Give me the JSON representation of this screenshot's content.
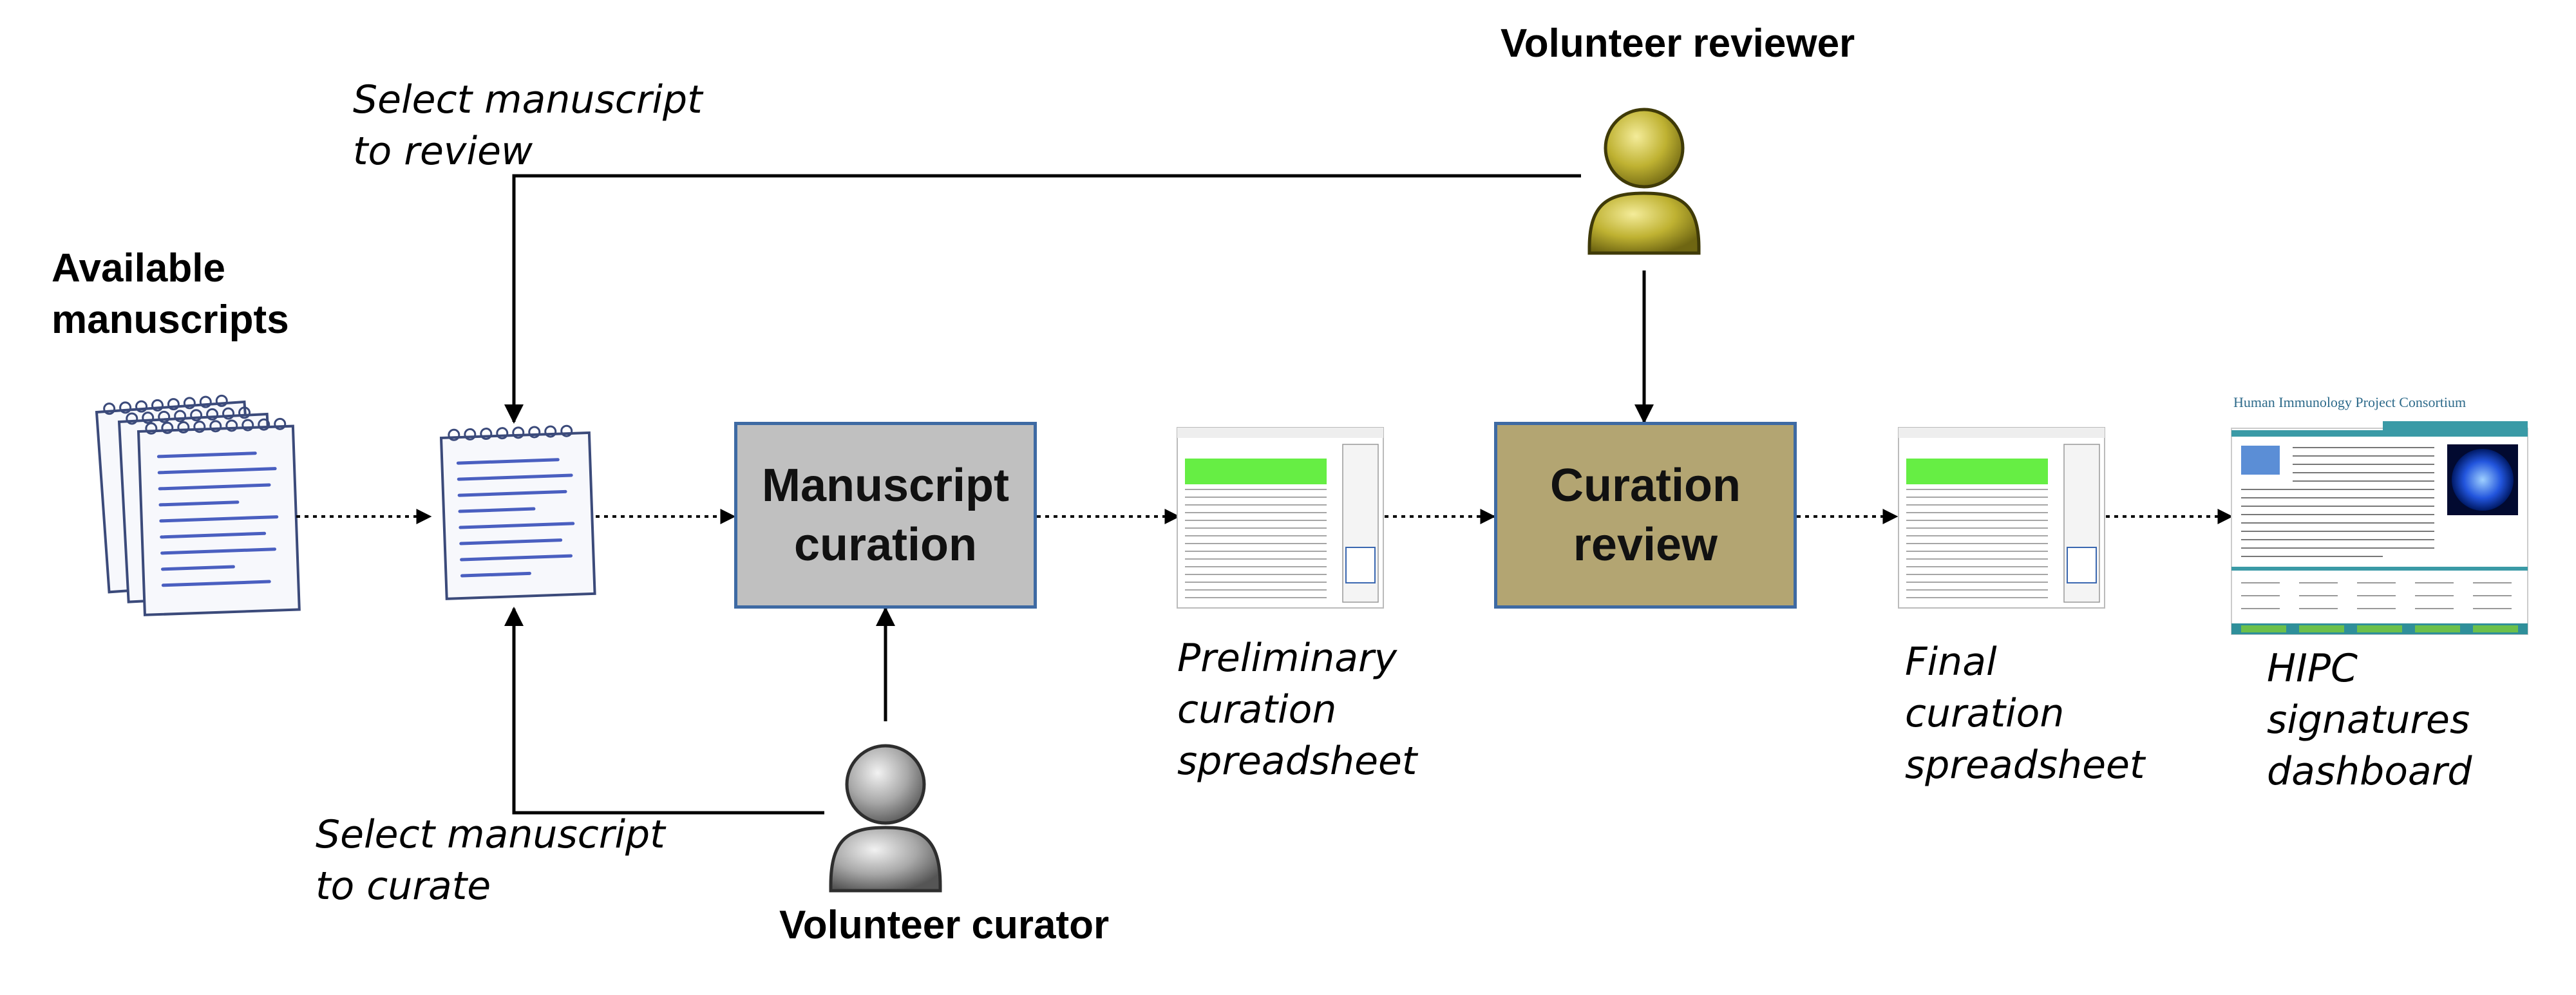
{
  "nodes": {
    "available_manuscripts": "Available manuscripts",
    "manuscript_curation": "Manuscript curation",
    "curation_review": "Curation review",
    "preliminary_sheet": "Preliminary curation spreadsheet",
    "final_sheet": "Final curation spreadsheet",
    "dashboard": "HIPC signatures dashboard"
  },
  "actors": {
    "reviewer": "Volunteer reviewer",
    "curator": "Volunteer curator"
  },
  "edges": {
    "select_review": [
      "Select manuscript",
      "to review"
    ],
    "select_curate": [
      "Select manuscript",
      "to curate"
    ]
  },
  "box_labels": {
    "manuscript_curation": [
      "Manuscript",
      "curation"
    ],
    "curation_review": [
      "Curation",
      "review"
    ]
  },
  "caption_lines": {
    "available": [
      "Available",
      "manuscripts"
    ],
    "preliminary": [
      "Preliminary",
      "curation",
      "spreadsheet"
    ],
    "final": [
      "Final",
      "curation",
      "spreadsheet"
    ],
    "dashboard": [
      "HIPC",
      "signatures",
      "dashboard"
    ]
  },
  "dashboard_site_title": "Human Immunology Project Consortium",
  "colors": {
    "curation_box": "#c0c0c0",
    "review_box": "#b3a572",
    "box_border": "#3e6aa3",
    "reviewer_figure": "#b5a82a",
    "curator_figure": "#9a9a9a",
    "sheet_header": "#66ee44",
    "paper_lines": "#4a5fc0"
  }
}
